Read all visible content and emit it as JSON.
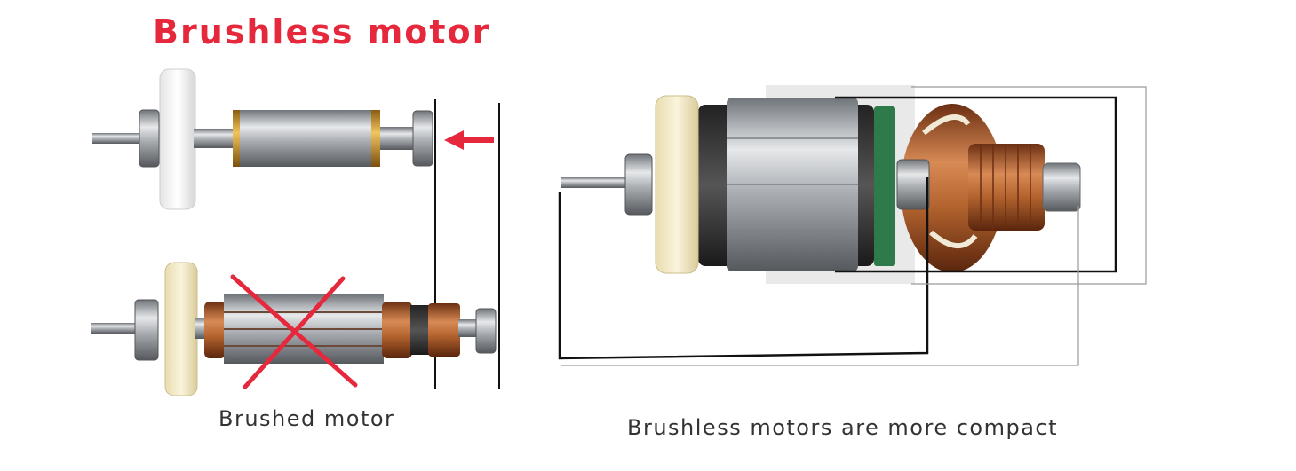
{
  "labels": {
    "title": "Brushless motor",
    "brushed_caption": "Brushed motor",
    "compact_caption": "Brushless motors are more compact"
  },
  "colors": {
    "title": "#e5283c",
    "arrow": "#e5283c",
    "cross": "#e5283c",
    "caption": "#333333",
    "copper": "#b5652f",
    "steel": "#a9adb2",
    "fan": "#f3e9c8",
    "white_gear": "#f4f4f4"
  },
  "icons": {
    "arrow": "left-arrow-icon",
    "cross": "cross-out-icon"
  }
}
